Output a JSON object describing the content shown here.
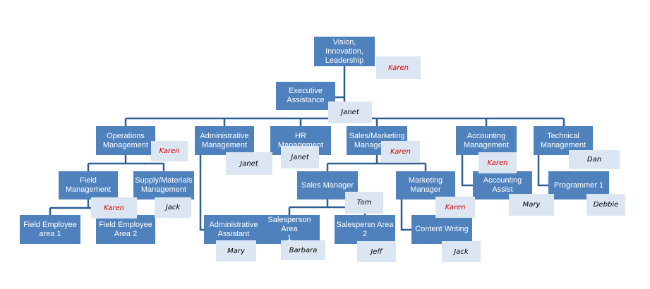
{
  "colors": {
    "box_fill": "#4f81bd",
    "box_text": "#ffffff",
    "tag_fill": "#dce6f2",
    "connector": "#2e5f92",
    "highlight_name": "#e00000"
  },
  "roles": {
    "vision": "Vision,\nInnovation,\nLeadership",
    "executive_assistance": "Executive\nAssistance",
    "operations": "Operations\nManagement",
    "administrative": "Administrative\nManagement",
    "hr": "HR Management",
    "sales_marketing": "Sales/Marketing\nManagement",
    "accounting": "Accounting\nManagement",
    "technical": "Technical\nManagement",
    "field": "Field\nManagement",
    "supply": "Supply/Materials\nManagement",
    "field_area1": "Field Employee\narea 1",
    "field_area2": "Field Employee\nArea 2",
    "admin_assistant": "Administrative\nAssistant",
    "sales_manager": "Sales Manager",
    "salesperson_area1": "Salesperson Area\n1",
    "salesperson_area2": "Salespersn Area 2",
    "marketing_manager": "Marketing\nManager",
    "content_writing": "Content Writing",
    "accounting_assist": "Accounting Assist",
    "programmer": "Programmer 1"
  },
  "people": {
    "vision": "Karen",
    "executive_assistance": "Janet",
    "operations": "Karen",
    "administrative": "Janet",
    "hr": "Janet",
    "sales_marketing": "Karen",
    "accounting": "Karen",
    "technical": "Dan",
    "field": "Karen",
    "supply": "Jack",
    "sales_manager": "Tom",
    "marketing_manager": "Karen",
    "accounting_assist": "Mary",
    "programmer": "Debbie",
    "admin_assistant": "Mary",
    "salesperson_area1": "Barbara",
    "salesperson_area2": "Jeff",
    "content_writing": "Jack"
  }
}
